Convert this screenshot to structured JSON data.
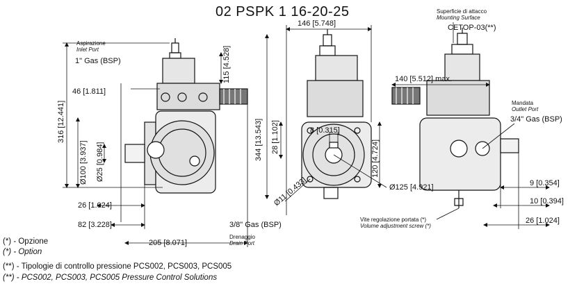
{
  "title": "02 PSPK 1 16-20-25",
  "labels": {
    "inlet_it": "Aspirazione",
    "inlet_en": "Inlet Port",
    "inlet_size": "1\" Gas (BSP)",
    "drain_size": "3/8\" Gas (BSP)",
    "drain_it": "Drenaggio",
    "drain_en": "Drain Port",
    "mounting_it": "Superficie di attacco",
    "mounting_en": "Mounting Surface",
    "mounting_code": "CETOP-03(**)",
    "outlet_it": "Mandata",
    "outlet_en": "Outlet Port",
    "outlet_size": "3/4\" Gas (BSP)",
    "screw_it": "Vite regolazione portata (*)",
    "screw_en": "Volume adjustment screw (*)"
  },
  "dimensions": {
    "d316": "316 [12.441]",
    "d46": "46 [1.811]",
    "d115": "115 [4.528]",
    "d100": "Ø100 [3.937]",
    "d25": "Ø25 [0.984]",
    "d26a": "26 [1.024]",
    "d82": "82 [3.228]",
    "d205": "205 [8.071]",
    "d146": "146 [5.748]",
    "d344": "344 [13.543]",
    "d8": "8 [0.315]",
    "d28": "28 [1.102]",
    "d120": "120 [4.724]",
    "d11": "Ø11 [0.433]",
    "d125": "Ø125 [4.921]",
    "d140": "140 [5.512] max.",
    "d9": "9 [0.354]",
    "d10": "10 [0.394]",
    "d26b": "26 [1.024]"
  },
  "notes": {
    "opt_it": "(*) - Opzione",
    "opt_en": "(*) - Option",
    "pcs_it": "(**) - Tipologie di controllo pressione PCS002, PCS003, PCS005",
    "pcs_en": "(**) - PCS002, PCS003, PCS005 Pressure Control Solutions"
  }
}
